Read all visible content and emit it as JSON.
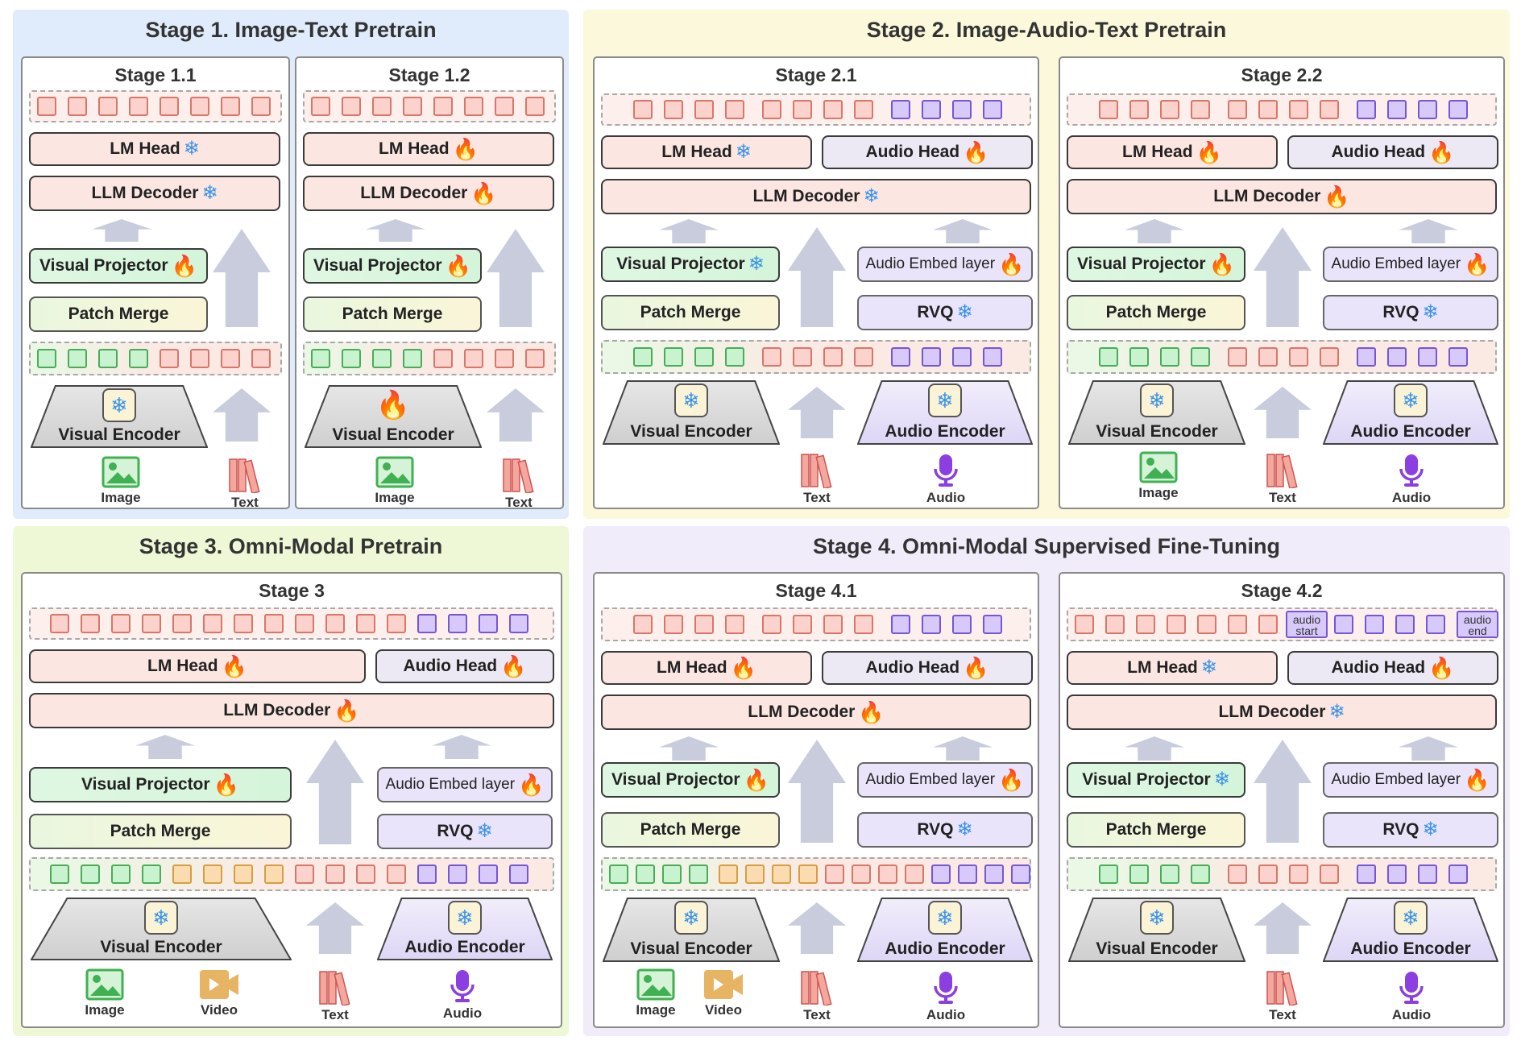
{
  "quadrants": {
    "q1": {
      "title": "Stage 1. Image-Text Pretrain",
      "bg": "#e0ebfb"
    },
    "q2": {
      "title": "Stage 2. Image-Audio-Text Pretrain",
      "bg": "#fcf8db"
    },
    "q3": {
      "title": "Stage 3. Omni-Modal Pretrain",
      "bg": "#eef8d6"
    },
    "q4": {
      "title": "Stage 4. Omni-Modal Supervised Fine-Tuning",
      "bg": "#f0ecfa"
    }
  },
  "panels": {
    "s11": {
      "title": "Stage 1.1"
    },
    "s12": {
      "title": "Stage 1.2"
    },
    "s21": {
      "title": "Stage 2.1"
    },
    "s22": {
      "title": "Stage 2.2"
    },
    "s3": {
      "title": "Stage 3"
    },
    "s41": {
      "title": "Stage 4.1"
    },
    "s42": {
      "title": "Stage 4.2"
    }
  },
  "labels": {
    "lm_head": "LM Head",
    "audio_head": "Audio Head",
    "llm_decoder": "LLM Decoder",
    "visual_projector": "Visual Projector",
    "patch_merge": "Patch Merge",
    "audio_embed": "Audio  Embed layer",
    "rvq": "RVQ",
    "visual_encoder": "Visual Encoder",
    "audio_encoder": "Audio Encoder",
    "image": "Image",
    "text": "Text",
    "audio": "Audio",
    "video": "Video",
    "audio_start": "audio\nstart",
    "audio_end": "audio\nend"
  },
  "icons": {
    "frozen": "snowflake-icon",
    "trainable": "fire-icon"
  },
  "colors": {
    "text_token": "#fbd3cc",
    "image_token": "#c9f2cf",
    "audio_token": "#d8c9fb",
    "video_token": "#fbdcb0"
  }
}
